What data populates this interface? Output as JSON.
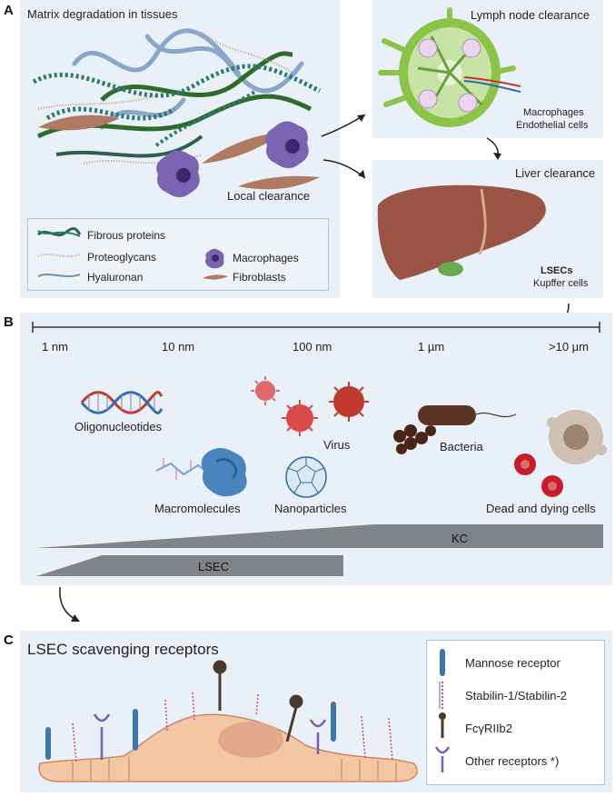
{
  "panel_a": {
    "letter": "A",
    "matrix_title": "Matrix degradation in tissues",
    "local_clearance": "Local clearance",
    "lymph_title": "Lymph node clearance",
    "lymph_cells_1": "Macrophages",
    "lymph_cells_2": "Endothelial cells",
    "liver_title": "Liver clearance",
    "liver_cells_1": "LSECs",
    "liver_cells_2": "Kupffer cells",
    "legend": {
      "fibrous": "Fibrous proteins",
      "proteoglycans": "Proteoglycans",
      "hyaluronan": "Hyaluronan",
      "macrophages": "Macrophages",
      "fibroblasts": "Fibroblasts"
    }
  },
  "panel_b": {
    "letter": "B",
    "scale": [
      "1 nm",
      "10 nm",
      "100 nm",
      "1 µm",
      ">10 µm"
    ],
    "items": {
      "oligo": "Oligonucleotides",
      "macro": "Macromolecules",
      "nano": "Nanoparticles",
      "virus": "Virus",
      "bacteria": "Bacteria",
      "dead": "Dead and dying cells"
    },
    "kc": "KC",
    "lsec": "LSEC"
  },
  "panel_c": {
    "letter": "C",
    "title": "LSEC scavenging receptors",
    "legend": {
      "mannose": "Mannose receptor",
      "stabilin": "Stabilin-1/Stabilin-2",
      "fc": "FcγRIIb2",
      "other": "Other receptors *)"
    }
  },
  "colors": {
    "panel_bg": "#e9f0f8",
    "fibrous_dark": "#2e5e4e",
    "fibrous_green": "#2f6b2a",
    "hyaluronan_blue": "#8aa6c8",
    "macrophage": "#7a63b0",
    "fibroblast": "#b07a62",
    "liver": "#9a5344",
    "ramp_gray": "#808488",
    "cell_peach": "#f3c7a4",
    "receptor_mannose": "#3e78a8",
    "receptor_fc": "#4a3a2e",
    "receptor_other": "#7a5cb0"
  }
}
